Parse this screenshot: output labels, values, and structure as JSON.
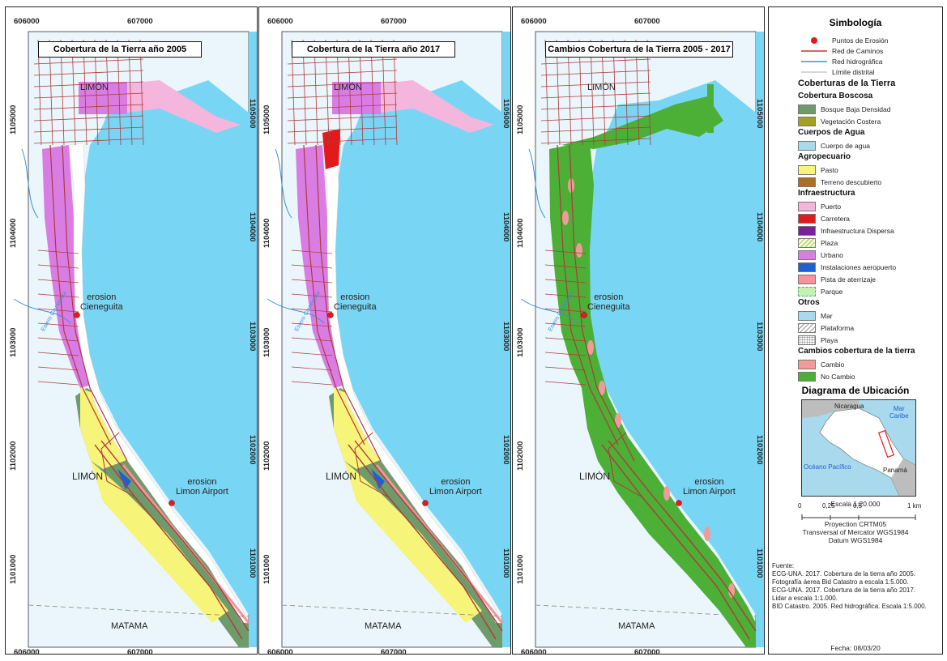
{
  "panels": [
    {
      "id": "p1",
      "title": "Cobertura de la Tierra año 2005",
      "mode": "2005"
    },
    {
      "id": "p2",
      "title": "Cobertura de la Tierra año 2017",
      "mode": "2017"
    },
    {
      "id": "p3",
      "title": "Cambios Cobertura de la Tierra 2005 - 2017",
      "mode": "change"
    }
  ],
  "map_labels": {
    "limon": "LIMÓN",
    "matama": "MATAMA",
    "erosion_cieneguita": [
      "erosion",
      "Cieneguita"
    ],
    "erosion_airport": [
      "erosion",
      "Limon Airport"
    ],
    "river": "Estero Cieneguita"
  },
  "axis": {
    "x_ticks": [
      "606000",
      "607000"
    ],
    "y_ticks": [
      "1105000",
      "1104000",
      "1103000",
      "1102000",
      "1101000"
    ]
  },
  "legend": {
    "title": "Simbología",
    "symbols": [
      {
        "label": "Puntos de Erosión",
        "type": "point",
        "color": "#e31a1c"
      },
      {
        "label": "Red de Caminos",
        "type": "line",
        "color": "#c0392b"
      },
      {
        "label": "Red hidrográfica",
        "type": "line",
        "color": "#3b8fd8"
      },
      {
        "label": "Límite distrital",
        "type": "line",
        "color": "#cccccc"
      }
    ],
    "coberturas_title": "Coberturas de la Tierra",
    "groups": [
      {
        "name": "Cobertura Boscosa",
        "items": [
          {
            "label": "Bosque Baja Densidad",
            "color": "#6e9b6a"
          },
          {
            "label": "Vegetación Costera",
            "color": "#a6a020"
          }
        ]
      },
      {
        "name": "Cuerpos de Agua",
        "items": [
          {
            "label": "Cuerpo de agua",
            "color": "#a9d9ec"
          }
        ]
      },
      {
        "name": "Agropecuario",
        "items": [
          {
            "label": "Pasto",
            "color": "#f7f47a"
          },
          {
            "label": "Terreno descubierto",
            "color": "#b06d1b"
          }
        ]
      },
      {
        "name": "Infraestructura",
        "items": [
          {
            "label": "Puerto",
            "color": "#f4b6dc"
          },
          {
            "label": "Carretera",
            "color": "#e31a1c"
          },
          {
            "label": "Infraestructura Dispersa",
            "color": "#7b1fa2"
          },
          {
            "label": "Plaza",
            "color": "#b9e06a",
            "pattern": "hatch"
          },
          {
            "label": "Urbano",
            "color": "#d97de4"
          },
          {
            "label": "Instalaciones aeropuerto",
            "color": "#1f5fd6"
          },
          {
            "label": "Pista de aterrizaje",
            "color": "#f7929a"
          },
          {
            "label": "Parque",
            "color": "#c8f0b0",
            "pattern": "dash"
          }
        ]
      },
      {
        "name": "Otros",
        "items": [
          {
            "label": "Mar",
            "color": "#a9d9ec"
          },
          {
            "label": "Plataforma",
            "color": "#eeeeee",
            "pattern": "hatchgray"
          },
          {
            "label": "Playa",
            "color": "#ffffff",
            "pattern": "dots"
          }
        ]
      },
      {
        "name": "Cambios cobertura de la tierra",
        "items": [
          {
            "label": "Cambio",
            "color": "#f29a9a"
          },
          {
            "label": "No Cambio",
            "color": "#4caf36"
          }
        ]
      }
    ],
    "location_title": "Diagrama de Ubicación",
    "location": {
      "nicaragua": "Nicaragua",
      "mar_caribe": [
        "Mar",
        "Caribe"
      ],
      "oceano": "Océano Pacífico",
      "panama": "Panamá"
    },
    "scale_text": "Escala 1:20.000",
    "scale_ticks": [
      "0",
      "0,25",
      "0,5",
      "1 km"
    ],
    "projection": [
      "Proyection CRTM05",
      "Transversal of Mercator WGS1984",
      "Datum WGS1984"
    ],
    "source_title": "Fuente:",
    "sources": [
      "ECG-UNA. 2017. Cobertura de la tierra año 2005.",
      "Fotografía áerea Bid Catastro a escala 1:5.000.",
      "ECG-UNA. 2017. Cobertura  de la tierra año 2017.",
      "Lidar a escala 1:1.000.",
      "BID Catastro. 2005. Red hidrográfica. Escala 1:5.000."
    ],
    "date": "Fecha: 08/03/20"
  },
  "colors": {
    "sea": "#78d6f4",
    "land": "#eaf6fb",
    "road": "#b03a3a",
    "urban": "#d97de4",
    "pasto": "#f7f47a",
    "forest": "#6e9b6a",
    "puerto": "#f4b6dc",
    "nochange": "#4caf36",
    "change": "#f29a9a",
    "point": "#e31a1c"
  }
}
